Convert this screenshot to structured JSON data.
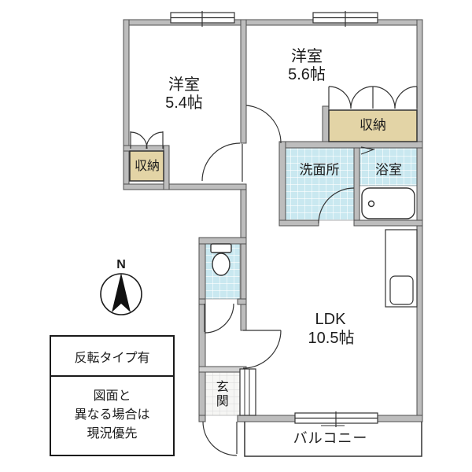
{
  "colors": {
    "wall_fill": "#bdbdbd",
    "wall_outline": "#4f4f4f",
    "tile_blue": "#c9e8f0",
    "tile_grid": "#ffffff",
    "closet_beige": "#e3d4a6",
    "entry_tile": "#f4f4f2",
    "line": "#333333",
    "text": "#1c1c1c"
  },
  "rooms": {
    "west_room_1": {
      "label": "洋室",
      "size": "5.4帖"
    },
    "west_room_2": {
      "label": "洋室",
      "size": "5.6帖"
    },
    "ldk": {
      "label": "LDK",
      "size": "10.5帖"
    },
    "washroom": {
      "label": "洗面所"
    },
    "bathroom": {
      "label": "浴室"
    },
    "storage_1": {
      "label": "収納"
    },
    "storage_2": {
      "label": "収納"
    },
    "entrance": {
      "label": "玄関"
    },
    "balcony": {
      "label": "バルコニー"
    }
  },
  "compass": {
    "north_label": "N"
  },
  "notes": {
    "reversed_type": "反転タイプ有",
    "disclaimer_lines": [
      "図面と",
      "異なる場合は",
      "現況優先"
    ]
  }
}
